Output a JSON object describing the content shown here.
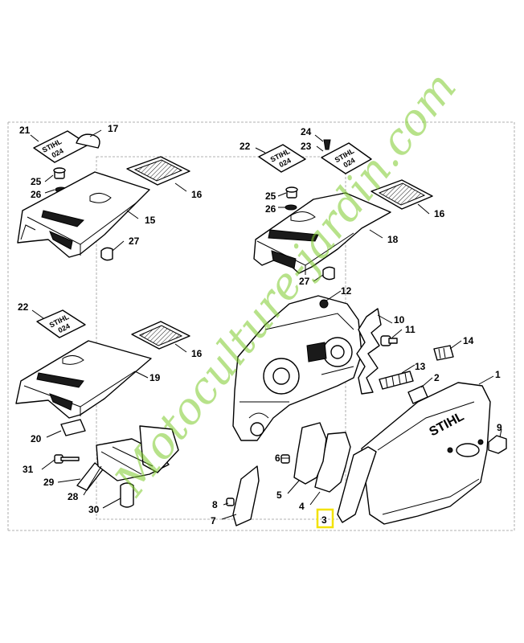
{
  "diagram": {
    "highlighted_part": "3",
    "highlight_color": "#f3e200",
    "watermark_color": "#7ecb2c",
    "watermark": "Motoculture-jardin.com"
  },
  "labels": {
    "p1": "1",
    "p2": "2",
    "p3": "3",
    "p4": "4",
    "p5": "5",
    "p6": "6",
    "p7": "7",
    "p8": "8",
    "p9": "9",
    "p10": "10",
    "p11": "11",
    "p12": "12",
    "p13": "13",
    "p14": "14",
    "p15": "15",
    "p16a": "16",
    "p16b": "16",
    "p16c": "16",
    "p17": "17",
    "p18": "18",
    "p19": "19",
    "p20": "20",
    "p21": "21",
    "p22a": "22",
    "p22b": "22",
    "p23": "23",
    "p24": "24",
    "p25a": "25",
    "p25b": "25",
    "p26a": "26",
    "p26b": "26",
    "p27a": "27",
    "p27b": "27",
    "p28": "28",
    "p29": "29",
    "p30": "30",
    "p31": "31"
  },
  "badges": {
    "b21_line1": "STIHL",
    "b21_line2": "024",
    "b22a_line1": "STIHL",
    "b22a_line2": "024",
    "b22b_line1": "STIHL",
    "b22b_line2": "024",
    "b23_line1": "STIHL",
    "b23_line2": "024",
    "cover_logo": "STIHL"
  }
}
